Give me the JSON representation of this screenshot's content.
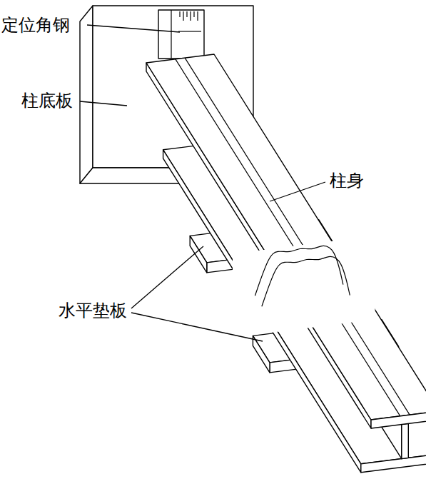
{
  "diagram": {
    "labels": [
      "定位角钢",
      "柱底板",
      "柱身",
      "水平垫板"
    ]
  }
}
